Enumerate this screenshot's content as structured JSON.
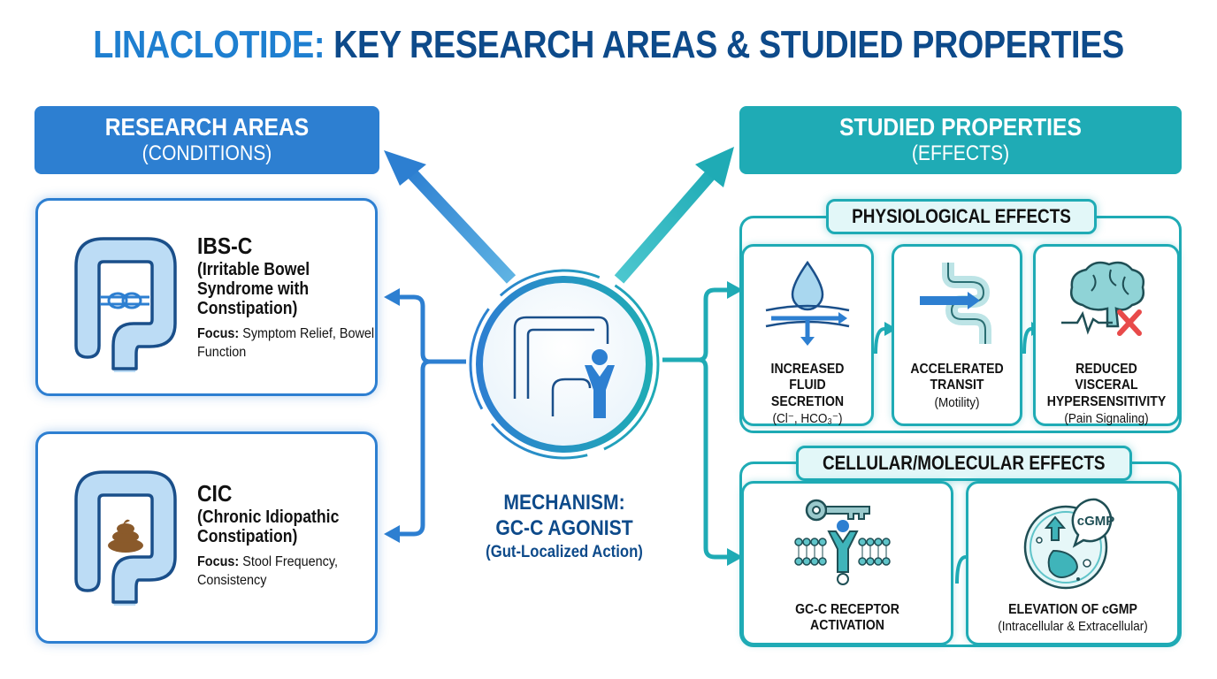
{
  "title": {
    "accent": "LINACLOTIDE:",
    "rest": "KEY RESEARCH AREAS & STUDIED PROPERTIES"
  },
  "colors": {
    "blue": "#2d7fd1",
    "dark_blue": "#0d4a8a",
    "teal": "#1fabb5",
    "red_x": "#e84a4a",
    "stool": "#8a5a2b"
  },
  "left_header": {
    "line1": "RESEARCH AREAS",
    "line2": "(CONDITIONS)"
  },
  "right_header": {
    "line1": "STUDIED PROPERTIES",
    "line2": "(EFFECTS)"
  },
  "conditions": [
    {
      "title": "IBS-C",
      "subtitle": "(Irritable Bowel Syndrome with Constipation)",
      "focus_label": "Focus:",
      "focus_text": "Symptom Relief, Bowel Function",
      "icon": "colon-knot-icon"
    },
    {
      "title": "CIC",
      "subtitle": "(Chronic Idiopathic Constipation)",
      "focus_label": "Focus:",
      "focus_text": "Stool Frequency, Consistency",
      "icon": "colon-stool-icon"
    }
  ],
  "mechanism": {
    "line1": "MECHANISM:",
    "line2": "GC-C AGONIST",
    "line3": "(Gut-Localized Action)",
    "icon": "colon-receptor-icon"
  },
  "physiological": {
    "label": "PHYSIOLOGICAL EFFECTS",
    "items": [
      {
        "title1": "INCREASED FLUID",
        "title2": "SECRETION",
        "sub": "(Cl⁻, HCO₃⁻)",
        "icon": "water-drop-icon"
      },
      {
        "title1": "ACCELERATED",
        "title2": "TRANSIT",
        "sub": "(Motility)",
        "icon": "intestine-arrow-icon"
      },
      {
        "title1": "REDUCED VISCERAL",
        "title2": "HYPERSENSITIVITY",
        "sub": "(Pain Signaling)",
        "icon": "brain-x-icon"
      }
    ]
  },
  "cellular": {
    "label": "CELLULAR/MOLECULAR EFFECTS",
    "items": [
      {
        "title1": "GC-C RECEPTOR",
        "title2": "ACTIVATION",
        "sub": "",
        "icon": "key-receptor-icon"
      },
      {
        "title1": "ELEVATION OF cGMP",
        "title2": "",
        "sub": "(Intracellular & Extracellular)",
        "icon": "cell-cgmp-icon",
        "bubble": "cGMP"
      }
    ]
  }
}
